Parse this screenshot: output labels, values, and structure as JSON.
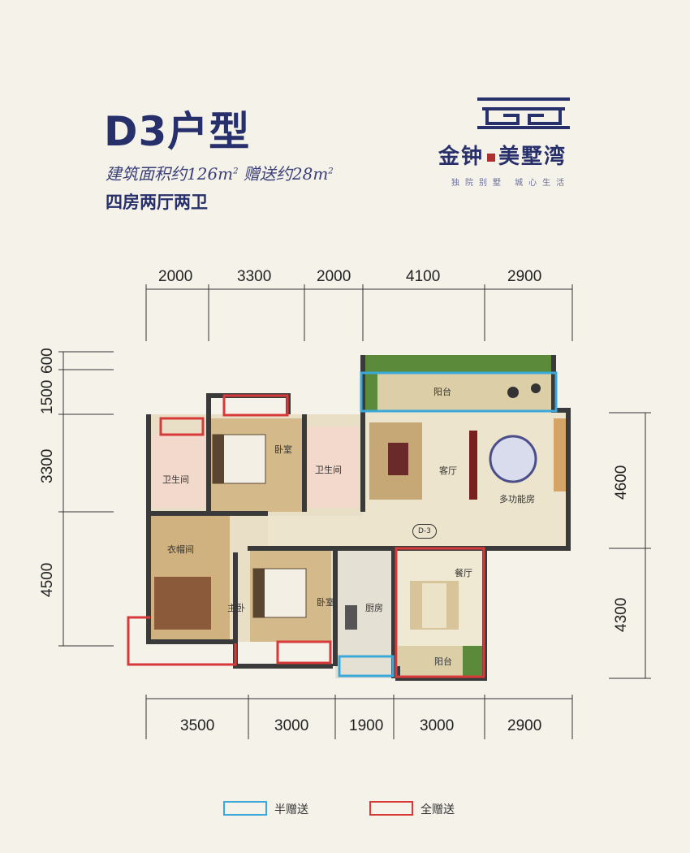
{
  "header": {
    "title": "D3户型",
    "area_label": "建筑面积约126m",
    "area_sup": "2",
    "bonus_label": " 赠送约28m",
    "bonus_sup": "2",
    "layout": "四房两厅两卫"
  },
  "brand": {
    "name_left": "金钟",
    "name_right": "美墅湾",
    "slogan": "独院别墅 城心生活",
    "color": "#27306a"
  },
  "dimensions": {
    "top": [
      "2000",
      "3300",
      "2000",
      "4100",
      "2900"
    ],
    "bottom": [
      "3500",
      "3000",
      "1900",
      "3000",
      "2900"
    ],
    "left": [
      "600",
      "1500",
      "3300",
      "4500"
    ],
    "right": [
      "4600",
      "4300"
    ]
  },
  "rooms": {
    "balcony_top": "阳台",
    "bathroom_left": "卫生间",
    "bedroom_top": "卧室",
    "bathroom_mid": "卫生间",
    "living": "客厅",
    "multi": "多功能房",
    "marker": "D-3",
    "closet": "衣帽间",
    "master": "主卧",
    "bedroom_bottom": "卧室",
    "kitchen": "厨房",
    "dining": "餐厅",
    "balcony_bottom": "阳台"
  },
  "legend": {
    "half": "半赠送",
    "full": "全赠送",
    "half_color": "#3aa8d8",
    "full_color": "#d83a3a"
  }
}
